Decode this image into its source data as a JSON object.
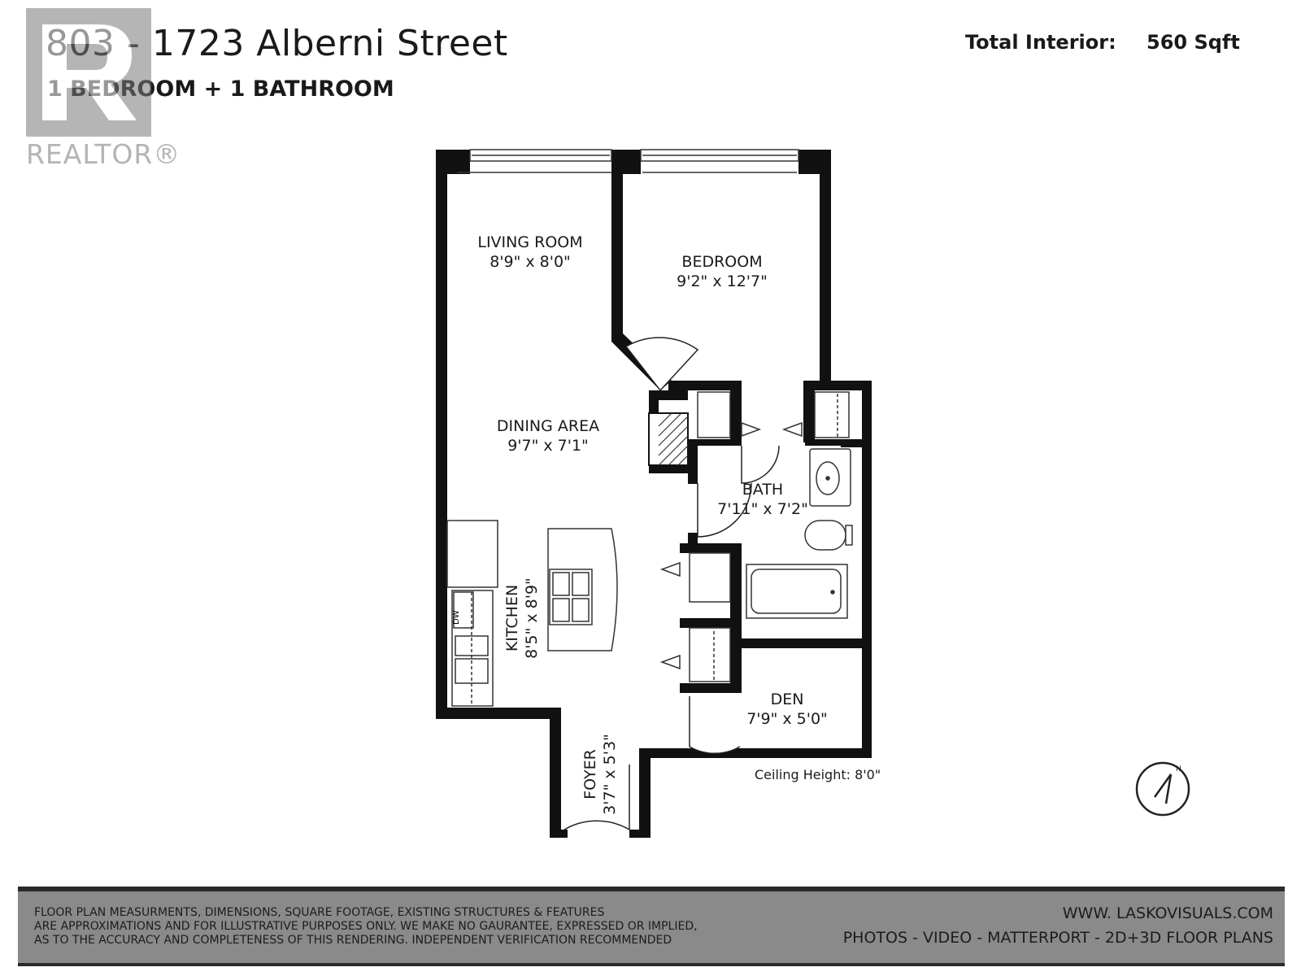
{
  "header": {
    "title": "803 - 1723 Alberni Street",
    "subtitle": "1 BEDROOM + 1 BATHROOM",
    "total_interior_label": "Total Interior:",
    "total_interior_value": "560 Sqft"
  },
  "logo": {
    "text": "REALTOR®"
  },
  "rooms": {
    "living": {
      "name": "LIVING ROOM",
      "dims": "8'9\" x 8'0\""
    },
    "bedroom": {
      "name": "BEDROOM",
      "dims": "9'2\" x 12'7\""
    },
    "dining": {
      "name": "DINING AREA",
      "dims": "9'7\" x 7'1\""
    },
    "bath": {
      "name": "BATH",
      "dims": "7'11\" x 7'2\""
    },
    "kitchen": {
      "name": "KITCHEN",
      "dims": "8'5\" x 8'9\""
    },
    "den": {
      "name": "DEN",
      "dims": "7'9\" x 5'0\""
    },
    "foyer": {
      "name": "FOYER",
      "dims": "3'7\" x 5'3\""
    }
  },
  "appliance_label": "DW",
  "ceiling_height": "Ceiling Height: 8'0\"",
  "compass_letter": "N",
  "footer": {
    "disclaimer": [
      "FLOOR PLAN MEASURMENTS, DIMENSIONS, SQUARE FOOTAGE, EXISTING STRUCTURES & FEATURES",
      "ARE APPROXIMATIONS AND FOR ILLUSTRATIVE PURPOSES ONLY.  WE MAKE NO GAURANTEE, EXPRESSED OR IMPLIED,",
      "AS TO THE ACCURACY AND COMPLETENESS OF THIS RENDERING. INDEPENDENT VERIFICATION RECOMMENDED"
    ],
    "website": "WWW. LASKOVISUALS.COM",
    "services": "PHOTOS - VIDEO - MATTERPORT - 2D+3D FLOOR PLANS"
  },
  "colors": {
    "wall": "#111111",
    "footer_bg": "#8a8a8a",
    "logo_gray": "#7a7a7a"
  }
}
